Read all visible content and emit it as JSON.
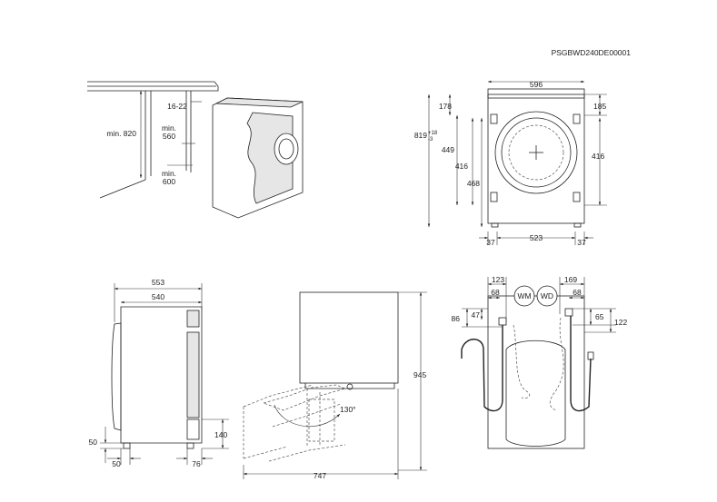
{
  "diagram": {
    "code": "PSGBWD240DE00001",
    "niche": {
      "min_height": "min. 820",
      "gap": "16-22",
      "min_width": "min.\n560",
      "min_depth": "min.\n600"
    },
    "front": {
      "width": "596",
      "top_offset": "178",
      "height_total": "819",
      "height_tol_up": "+18",
      "height_tol_down": "-3",
      "h449": "449",
      "h416_left": "416",
      "h468": "468",
      "right_top": "185",
      "right_416": "416",
      "foot_left": "37",
      "foot_span": "523",
      "foot_right": "37"
    },
    "side": {
      "depth_total": "553",
      "depth_body": "540",
      "h140": "140",
      "foot_h": "50",
      "foot_front": "50",
      "foot_back": "76"
    },
    "door": {
      "height": "945",
      "angle": "130°",
      "depth": "747"
    },
    "back": {
      "d123": "123",
      "d68_left": "68",
      "label_wm": "WM",
      "label_wd": "WD",
      "d169": "169",
      "d68_right": "68",
      "h86": "86",
      "h47": "47",
      "h65": "65",
      "h122": "122"
    }
  }
}
